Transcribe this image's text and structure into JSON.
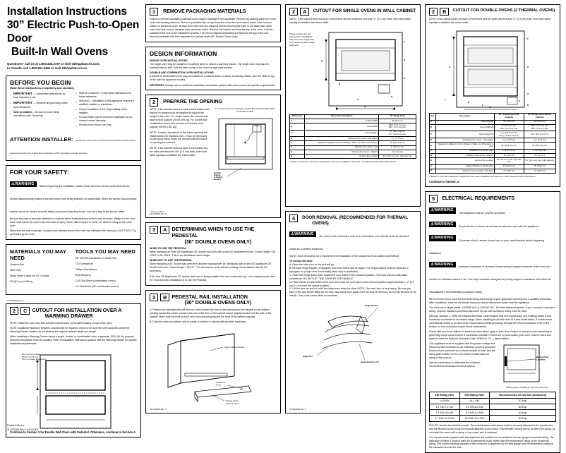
{
  "header": {
    "title_line1": "Installation Instructions",
    "title_line2": "30” Electric Push-to-Open Door",
    "title_line3": "Built-In Wall Ovens",
    "phone_line1": "Questions? Call us at 1.800.432.2737 or visit GEAppliances.com.",
    "phone_line2": "In Canada, call 1.800.561.3344 or visit GEAppliances.ca."
  },
  "before_you_begin": {
    "heading": "BEFORE YOU BEGIN",
    "subheading": "Read these instructions completely and carefully.",
    "left_items": [
      "IMPORTANT — Save these instructions for local inspector’s use.",
      "IMPORTANT — Observe all governing codes and ordinances.",
      "Note to Installer – Be sure to leave these instructions with Consumer."
    ],
    "right_items": [
      "Note to Consumer – Keep these instructions for future reference.",
      "Skill level – Installation of this appliance requires a qualified installer or electrician.",
      "Proper installation is the responsibility of the installer.",
      "Product failure due to improper installation is not covered under Warranty.",
      "Product is for indoor use only."
    ],
    "attention_label": "ATTENTION INSTALLER:",
    "attention_text": "All electric wall ovens must be hard wired (direct-wired) into an approved junction box. A plug and receptacle is NOT permitted on these products."
  },
  "safety": {
    "heading": "FOR YOUR SAFETY:",
    "warning_badge": "WARNING",
    "p1": "Before beginning the installation, switch power off at the service panel and lock the service disconnecting means to prevent power from being switched on accidentally. When the service disconnecting means cannot be locked, securely fasten a prominent warning device, such as a tag, to the service panel.",
    "p2": "Be sure the oven is securely installed in a cabinet that is firmly attached to the house structure. Weight on the oven door could cause the oven to tip and result in injury. Never allow anyone to climb, sit, stand or hang on the oven door.",
    "p3": "Make sure the wall coverings, counters and cabinets around the oven can withstand the heat (up to 200°F [93.3°C]) generated by the oven."
  },
  "materials": {
    "heading": "MATERIALS YOU MAY NEED",
    "items": [
      "Junction Box",
      "Wire Nuts",
      "Strain Relief Clamp for 1/2\" Conduit",
      "36\" (91 cm) of String"
    ]
  },
  "tools": {
    "heading": "TOOLS YOU MAY NEED",
    "items": [
      "1/8\" Drill Bit and Electric or Hand Drill",
      "T20 Screwdriver",
      "Phillips Screwdriver",
      "Wire Strippers",
      "7/16\" Nut Driver (combination ovens)",
      "1/4\" Nut Driver (30\" combination ovens)"
    ]
  },
  "section1": {
    "num": "1",
    "title": "REMOVE PACKAGING MATERIALS",
    "body": "Failure to remove packaging materials could result in damage to the appliance. Remove all packing parts from oven, racks and heating elements. Remove protective film or tape from the outer door and control panel. Also, remove plastic on trims and panel, all tape from oven and any shipping screws securing the oven to the base pad. Open oven door and remove literature pack and oven racks. Remove the bottom trim from the top of the oven. It will be installed at the end of the installation process. The trim is wrapped separately and taped to the top of the unit. Remove pedestal rails from separate box and set aside (30\" Double Ovens only)."
  },
  "design_info": {
    "heading": "DESIGN INFORMATION",
    "s1_title": "SINGLE OVEN INSTALLATIONS",
    "s1_body": "The single oven may be installed in a cabinet alone or above a warming drawer. The single oven may also be installed side by side. See the label on top of the oven for approved models.",
    "s2_title": "DOUBLE AND COMBINATION OVEN INSTALLATIONS",
    "s2_body": "A double or combination oven may be installed in a cabinet alone or above a warming drawer. See the label on top of the oven for approved models.",
    "important_label": "IMPORTANT:",
    "important_body": "Always refer to individual installation instructions packed with oven product for specific requirements."
  },
  "section2": {
    "num": "2",
    "title": "PREPARE THE OPENING",
    "notes": [
      "NOTE: If the cabinet does not have a solid bottom, two braces or runners must be installed to support the weight of the oven. For single ovens, the runners and braces must support 230 lbs (99 kg). For double and combination ovens, the runners and braces must support 400 lbs (181 kg).",
      "NOTE: If marks, blemishes or the cutout opening are visible above the installed oven, it may be necessary to add wood shims under the runners until the marks or opening are covered.",
      "NOTE: If the cabinet does not have a front frame and the sides are less than 3/4\" (1.9 cm) thick, shim both sides equally to establish the cutout width."
    ],
    "fig_caption_top": "3\" x 4\" (7.6 x 10.2 cm) or Equivalent Junction Box with Strain Relief Clamp and Flexible Conduit",
    "fig_labels": [
      "Suitable Bracing to Support Runners"
    ],
    "fig_note": "* 15.2 cm (6 in)"
  },
  "section2a": {
    "num": "2",
    "letter": "A",
    "title": "CUTOUT FOR SINGLE OVENS IN WALL CABINET",
    "note": "NOTE: If the cabinet does not have a front frame and the sides are less than ¾\" (1.9 cm) thick, shim both sides equally to establish the cutout width.",
    "fig_labels": [
      "These runners are not approved for installation. Use stock size single wall oven above another single wall oven."
    ],
    "table_header_dim": "Dimension",
    "table_header_desc": "Dimension Description",
    "table_header_val": "30\" Single Oven",
    "rows": [
      {
        "dim": "A",
        "desc": "Cabinet Width",
        "val": "30\" (76.2 cm)"
      },
      {
        "dim": "B",
        "desc": "Cutout Width",
        "val": "28½\" (72.4 cm) min.\n28⅜\" (72.1 cm) max."
      },
      {
        "dim": "C",
        "desc": "Cutout Height 2",
        "val": "27\" (69.2 cm) min.\n27¾\" (69.6 cm) max."
      },
      {
        "dim": "D",
        "desc": "Distance from cutout – side edges*",
        "val": "¹¹⁄₁₆\" (1.75 cm)"
      },
      {
        "dim": "E",
        "desc": "Distance to Adjacent Corners, Drawers, Walls, etc. When Door is Open",
        "val": "22\" (53.3 cm) min."
      },
      {
        "dim": "F",
        "desc": "Distance from cutout – top*",
        "val": "1\" (2.5 cm) min."
      },
      {
        "dim": "G",
        "desc": "Distance from cutout – bottom*",
        "val": "1¼\" (3.2 cm)"
      },
      {
        "dim": "H",
        "desc": "Junction Box Location",
        "val": "9½\" (24.1 cm) max. right side only"
      }
    ],
    "footnote": "* Refers to minimum clearance required for wall oven installation and does not reflect actual product dimensions."
  },
  "section2b": {
    "num": "2",
    "letter": "B",
    "title": "CUTOUT FOR DOUBLE OVENS (2 THERMAL OVENS)",
    "note": "NOTE: If the cabinet does not have a front frame and the sides are less than ¾\" (1.9 cm) thick, shim both sides equally to establish the cutout width.",
    "table_header_dim": "Dim.",
    "table_header_desc": "Description",
    "table_header_col1": "30\" Double Oven with Pedestal",
    "table_header_col2": "30\" Double Oven without Pedestal",
    "rows": [
      {
        "dim": "A",
        "desc": "Cabinet Width",
        "v1": "30\" (76.2 cm)",
        "v2": "30\" (76.2 cm)"
      },
      {
        "dim": "B",
        "desc": "Cutout Width 28",
        "v1": "½\" (72.4 cm) min.\n28⅜\" (72.1 cm) max.",
        "v2": "28½\" (72.4 cm) min.\n28⅜\" (72.1 cm) max."
      },
      {
        "dim": "C",
        "desc": "Cutout Height 51",
        "v1": "¹⁵⁄₁₆\" (131.9 cm) min.\n51¹⁵⁄₁₆\" (132.3 cm) max.",
        "v2": "50⅝\" (127.6 cm) min."
      },
      {
        "dim": "D",
        "desc": "Clearance from cutout – side edges*",
        "v1": "¹¹⁄₁₆\" (1.75 cm)",
        "v2": "¹¹⁄₁₆\" (1.75 cm)"
      },
      {
        "dim": "E",
        "desc": "Clearance to Adjacent Corners, Drawers, Walls, etc. When Door is Open",
        "v1": "22\" (53.3 cm) min.",
        "v2": "22\" (53.3 cm) min."
      },
      {
        "dim": "F",
        "desc": "Clearance from cutout – top*",
        "v1": "1\" (2.5 cm) min.",
        "v2": "1\" (2.5 cm) min."
      },
      {
        "dim": "G",
        "desc": "Clearance from cutout – bottom*",
        "v1": "1¼\" (3.2 cm)",
        "v2": "1¼\" (3.2 cm)"
      },
      {
        "dim": "H",
        "desc": "Junction Box Location",
        "v1": "9½\" (24.1 cm) max. right side only",
        "v2": "9½\" (24.1 cm) max. right side only"
      },
      {
        "dim": "J",
        "desc": "Height to Bottom of Junction Box",
        "v1": "47\" (119.4 cm)",
        "v2": "47\" (119.4 cm)"
      },
      {
        "dim": "K",
        "desc": "Minimum Cutout Location from Floor",
        "v1": "12\" (30.5 cm)",
        "v2": "12\" (30.5 cm)"
      }
    ],
    "footnote": "* Refers to minimum clearance required for wall oven installation and does not reflect actual product dimensions.",
    "continue": "Continue to Section 3."
  },
  "section2c": {
    "num": "2",
    "letter": "C",
    "title_l1": "CUTOUT FOR INSTALLATION OVER A",
    "title_l2": "WARMING DRAWER",
    "notes": [
      "NOTE: Install the oven only with specific models listed on the label located on top of the oven.",
      "NOTE: Additional clearance between cutouts may be required. Check to be sure the oven supports above the Warming Drawer location do not obstruct the required interior depth and height."
    ],
    "body": "When installing a Warming Drawer below a single, double, or combination oven, a separate 120V, 60 Hz, properly grounded receptacle must be installed. Refer to installation instructions packed with the Warming Drawer for specific installation requirements.",
    "fig_label": "Min. Cut-Out to Ceiling Above Cut-Out is 12\" (30.5 cm) Space Requirement",
    "continue": "Continue to Section 3 for Double Wall Oven with Pedestal. Otherwise, continue to Section 4."
  },
  "section3a": {
    "num": "3",
    "letter": "A",
    "title_l1": "DETERMINING WHEN TO USE THE PEDESTAL",
    "title_l2": "(30\" DOUBLE OVENS ONLY)",
    "sub1": "WHEN TO USE THE PEDESTAL",
    "body1": "When replacing an older GE Appliances 30\" double wall oven with a new GE Appliances model: Cutout Height = 50-13/16\" to 51-15/16\". This is our traditional cutout height.",
    "sub2": "WHEN NOT TO USE THE PEDESTAL",
    "body2": "When replacing a 30\" double wall oven from another manufacturer (ie. Whirlpool) with a new GE Appliances 30\" double wall oven. Cutout height = 50-1/4\". You will need to verify that the existing cutout matches the 50-1/4\" dimension.",
    "body3": "If the new GE Appliances 30\" double wall oven is being installed into new construction (ie. not a replacement), then the recommended installation is to use the Pedestal."
  },
  "section3b": {
    "num": "3",
    "letter": "B",
    "title_l1": "PEDESTAL RAIL INSTALLATION",
    "title_l2": "(30\" DOUBLE OVENS ONLY)",
    "steps": [
      "A. Position the pedestal rails with the top cutout toward the front of the opening and the flanges on the bottom, pointing toward the center. Locate each rail on the floor of the cabinet cutout, slightly inward from the side of the cabinet. Make sure the front of each rail is not protruding beyond the front of the cabinet opening.",
      "B. Drill pilot holes and attach rails to runner or bottom of cabinet with provided hardware."
    ],
    "fig_labels": [
      "Hinge Unlocked Position",
      "Attachment screw",
      "Flanges toward center of cutout"
    ]
  },
  "section4": {
    "num": "4",
    "title_l1": "DOOR REMOVAL (RECOMMENDED FOR THERMAL",
    "title_l2": "OVENS)",
    "warning_badge": "WARNING",
    "warning_text": "The door for the microwave oven or a combination oven should never be removed, unless by a certified technician.",
    "note": "NOTE: Door removal is not a requirement for installation of the product but is an added convenience.",
    "to_remove": "To remove the door:",
    "steps": [
      "A. Open the oven door as far as it will go.",
      "B. Remove hinge bracket, if equipped, from front frame and set aside. The hinge bracket must be replaced, if equipped, for proper door functionality when door is reinstalled.",
      "C. Push both hinge locks down toward the door frame to the unlocked position. This may require a flat-blade screwdriver. DO NOT LIFT THE DOOR BY THE HANDLE!",
      "D. Place hands on both sides of the door and close the oven door to the removal position (approximately 1\"-2\" [2.5 cm-5.1 cm] from the closed position).",
      "E. Lift the door up and out until the hinge arms clear the slots. NOTE: The oven door is very heavy. Be sure you have a firm grip before lifting as the door may swing open again once the door is removed. Do not lay the door on its handle. This could cause dents or scratches."
    ],
    "fig_labels": [
      "Hinge Bracket",
      "Hinge Slot",
      "Hinge Electric Lock"
    ]
  },
  "section5": {
    "num": "5",
    "title": "ELECTRICAL REQUIREMENTS",
    "warning_badge": "WARNING",
    "warnings": [
      "This appliance must be properly grounded.",
      "To prevent fire or shock, do not use an extension cord with this appliance.",
      "To prevent shock, remove house fuse or open circuit breaker before beginning installation.",
      "Improper connection of aluminum house wiring to copper connector of the oven can result in an electrical hazard or fire. Use only connectors designed for joining copper to aluminum and follow the manufacturer's recommended procedure closely."
    ],
    "paras": [
      "We recommend you have the electrical wiring and hookup of your appliance connected by a qualified electrician. After installation, have the electrician show you how to disconnect power from the appliance.",
      "You must use a single phase, 120/208 VAC or 120/240 VAC, 60 Hertz electrical system. If you connect to aluminum wiring, properly installed connectors approved for use with aluminum wiring must be used.",
      "Effective January 1, 1996, the National Electrical Code requires that new construction (not existing) utilize a four conductor connection to an electric range. When installing an electric oven in a new construction, a mobile home, recreational vehicle or an area where local codes prohibit grounding through the neutral conductor, refer to the section on four-conductor branch circuit connections.",
      "Check with your local utilities for electrical codes which apply in your area. Failure to wire your oven according to governing codes could result in a hazardous condition. If there are no local codes, your oven must be wired and fused to meet the National Electrical Code, NFPA No. 70 — latest edition.",
      "This appliance must be supplied with the proper voltage and frequency and connected to an individual, properly grounded branch circuit, protected by a circuit breaker or fuse. See the rating plate located on the oven frame to determine the rating of the product.",
      "Use the chart below to determine the minimum recommended dedicated circuit protection."
    ],
    "rating_plate_label": "Rating Plate Location",
    "rating_plate_note": "Rating plate is located on the oven side trim.",
    "kw_table": {
      "header_c1": "KW Rating 240V",
      "header_c2": "KW Rating 208V",
      "header_c3": "Recommended Circuit Size (Dedicated)",
      "rows": [
        {
          "c1": "≤4.8 KW",
          "c2": "≤4.1 KW",
          "c3": "20 Amp"
        },
        {
          "c1": "4.9 KW–7.2 KW",
          "c2": "4.2 KW–6.2 KW",
          "c3": "30 Amp"
        },
        {
          "c1": "7.3 KW–9.6 KW",
          "c2": "6.3 KW–8.3 KW",
          "c3": "40 Amp"
        },
        {
          "c1": "9.7 KW–12.0 KW",
          "c2": "8.4 KW–10.4 KW",
          "c3": "50 Amp"
        }
      ]
    },
    "closing": [
      "DO NOT shorten the flexible conduit. The conduit strain relief clamp must be securely attached to the junction box and the flexible conduit must be securely attached to the clamp. If the flexible conduit will not fit within the clamp, do not install the oven until a clamp of the proper size is obtained.",
      "The 3 power leads supplied with this appliance are suitable for connection to heavier gauge household wiring. The insulation of these 3 leads is rated for temperatures much higher than the temperature rating of the household wiring. The current carrying capacity of the conductor is governed by the wire gauge and the temperature rating of the insulation around the wire."
    ]
  },
  "footer": {
    "line1": "Printed in Mexico",
    "line2": "31-2000033 Rev. 0   Vol.20   GEA",
    "pn_marks": [
      "31-2000033 Rev. 0",
      "31-2000033 Rev. 0",
      "31-2000033 Rev. 0",
      "31-2000033 Rev. 0"
    ]
  }
}
